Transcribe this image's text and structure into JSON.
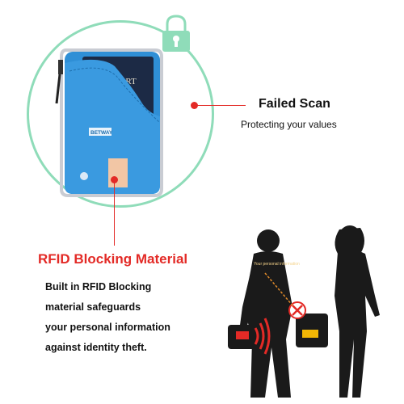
{
  "passport_text": "PASSPORT",
  "brand_label": "BETWAY",
  "failed_scan": {
    "title": "Failed Scan",
    "subtitle": "Protecting your values"
  },
  "rfid": {
    "title": "RFID Blocking Material",
    "lines": [
      "Built in RFID Blocking",
      "material safeguards",
      "your personal information",
      "against identity theft."
    ]
  },
  "scene_label": "Your personal information",
  "colors": {
    "accent_red": "#e32a26",
    "circle_green": "#8fdcb9",
    "wallet_blue": "#2f8fd6",
    "passport_navy": "#1c2a45"
  },
  "icons": [
    "lock-icon",
    "blocked-icon",
    "signal-wave-icon"
  ]
}
